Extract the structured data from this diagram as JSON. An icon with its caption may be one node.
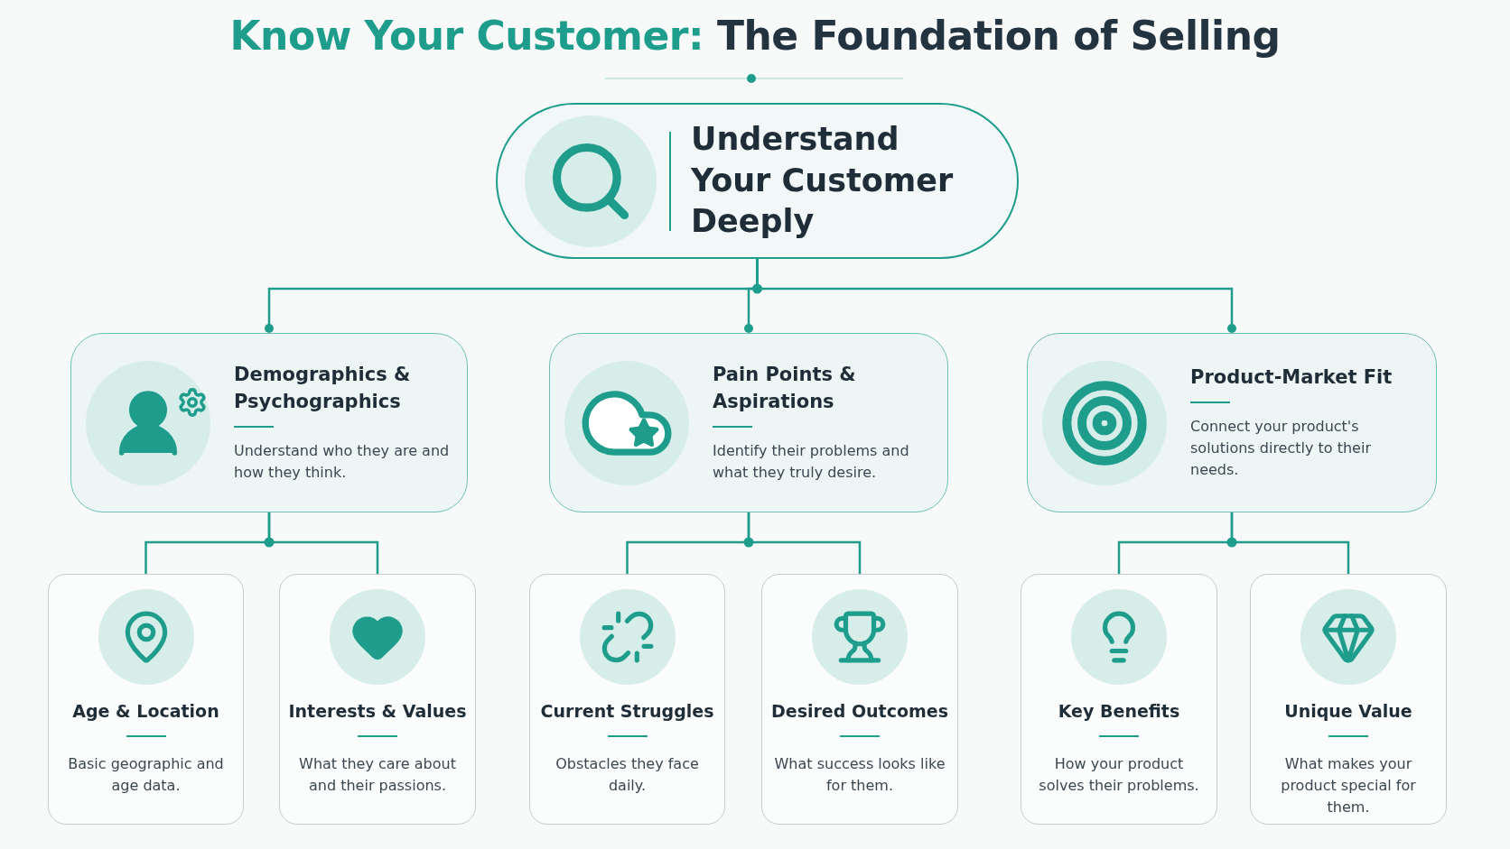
{
  "diagram": {
    "title": "Know Your Customer: The Foundation of Selling",
    "nodes": [
      {
        "text": [
          "Understand Your Customer Deeply"
        ]
      },
      {
        "text": [
          "Demographics & Psychographics",
          "Understand who they are and how they think."
        ]
      },
      {
        "text": [
          "Pain Points & Aspirations",
          "Identify their problems and what they truly desire."
        ]
      },
      {
        "text": [
          "Product-Market Fit",
          "Connect your product's solutions directly to their needs."
        ]
      },
      {
        "text": [
          "Age & Location",
          "Basic geographic and age data."
        ]
      },
      {
        "text": [
          "Interests & Values",
          "What they care about and their passions."
        ]
      },
      {
        "text": [
          "Current Struggles",
          "Obstacles they face daily."
        ]
      },
      {
        "text": [
          "Desired Outcomes",
          "What success looks like for them."
        ]
      },
      {
        "text": [
          "Key Benefits",
          "How your product solves their problems."
        ]
      },
      {
        "text": [
          "Unique Value",
          "What makes your product special for them."
        ]
      }
    ],
    "edges": [
      {
        "from": 0,
        "to": 1,
        "arrow": "other"
      },
      {
        "from": 0,
        "to": 2,
        "arrow": "other"
      },
      {
        "from": 0,
        "to": 3,
        "arrow": "other"
      },
      {
        "from": 1,
        "to": 4,
        "arrow": "none"
      },
      {
        "from": 1,
        "to": 5,
        "arrow": "none"
      },
      {
        "from": 2,
        "to": 6,
        "arrow": "none"
      },
      {
        "from": 2,
        "to": 7,
        "arrow": "none"
      },
      {
        "from": 3,
        "to": 8,
        "arrow": "none"
      },
      {
        "from": 3,
        "to": 9,
        "arrow": "none"
      }
    ]
  }
}
